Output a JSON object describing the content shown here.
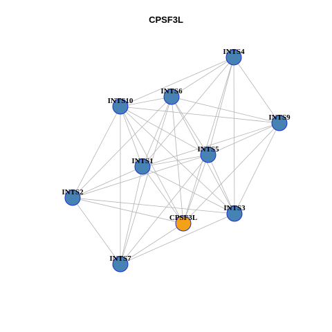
{
  "title": "CPSF3L",
  "colors": {
    "node_default": "#4682b4",
    "node_highlight": "#f4a11a",
    "node_border": "#1a2fd0",
    "edge": "#b3b3b3",
    "label": "#000000"
  },
  "nodes": [
    {
      "id": "INTS4",
      "label": "INTS4",
      "highlight": false
    },
    {
      "id": "INTS10",
      "label": "INTS10",
      "highlight": false
    },
    {
      "id": "INTS6",
      "label": "INTS6",
      "highlight": false
    },
    {
      "id": "INTS9",
      "label": "INTS9",
      "highlight": false
    },
    {
      "id": "INTS5",
      "label": "INTS5",
      "highlight": false
    },
    {
      "id": "INTS1",
      "label": "INTS1",
      "highlight": false
    },
    {
      "id": "INTS2",
      "label": "INTS2",
      "highlight": false
    },
    {
      "id": "INTS3",
      "label": "INTS3",
      "highlight": false
    },
    {
      "id": "CPSF3L",
      "label": "CPSF3L",
      "highlight": true
    },
    {
      "id": "INTS7",
      "label": "INTS7",
      "highlight": false
    }
  ],
  "edges": [
    [
      "INTS4",
      "INTS10"
    ],
    [
      "INTS4",
      "INTS6"
    ],
    [
      "INTS4",
      "INTS9"
    ],
    [
      "INTS4",
      "INTS5"
    ],
    [
      "INTS4",
      "INTS1"
    ],
    [
      "INTS4",
      "INTS3"
    ],
    [
      "INTS4",
      "CPSF3L"
    ],
    [
      "INTS10",
      "INTS6"
    ],
    [
      "INTS10",
      "INTS9"
    ],
    [
      "INTS10",
      "INTS5"
    ],
    [
      "INTS10",
      "INTS1"
    ],
    [
      "INTS10",
      "INTS2"
    ],
    [
      "INTS10",
      "INTS3"
    ],
    [
      "INTS10",
      "INTS7"
    ],
    [
      "INTS10",
      "CPSF3L"
    ],
    [
      "INTS6",
      "INTS9"
    ],
    [
      "INTS6",
      "INTS5"
    ],
    [
      "INTS6",
      "INTS1"
    ],
    [
      "INTS6",
      "INTS2"
    ],
    [
      "INTS6",
      "INTS3"
    ],
    [
      "INTS6",
      "INTS7"
    ],
    [
      "INTS6",
      "CPSF3L"
    ],
    [
      "INTS9",
      "INTS5"
    ],
    [
      "INTS9",
      "INTS1"
    ],
    [
      "INTS9",
      "INTS3"
    ],
    [
      "INTS9",
      "CPSF3L"
    ],
    [
      "INTS5",
      "INTS1"
    ],
    [
      "INTS5",
      "INTS2"
    ],
    [
      "INTS5",
      "INTS3"
    ],
    [
      "INTS5",
      "INTS7"
    ],
    [
      "INTS5",
      "CPSF3L"
    ],
    [
      "INTS1",
      "INTS2"
    ],
    [
      "INTS1",
      "INTS3"
    ],
    [
      "INTS1",
      "INTS7"
    ],
    [
      "INTS1",
      "CPSF3L"
    ],
    [
      "INTS2",
      "INTS3"
    ],
    [
      "INTS2",
      "INTS7"
    ],
    [
      "INTS2",
      "CPSF3L"
    ],
    [
      "INTS3",
      "INTS7"
    ],
    [
      "INTS7",
      "CPSF3L"
    ]
  ]
}
